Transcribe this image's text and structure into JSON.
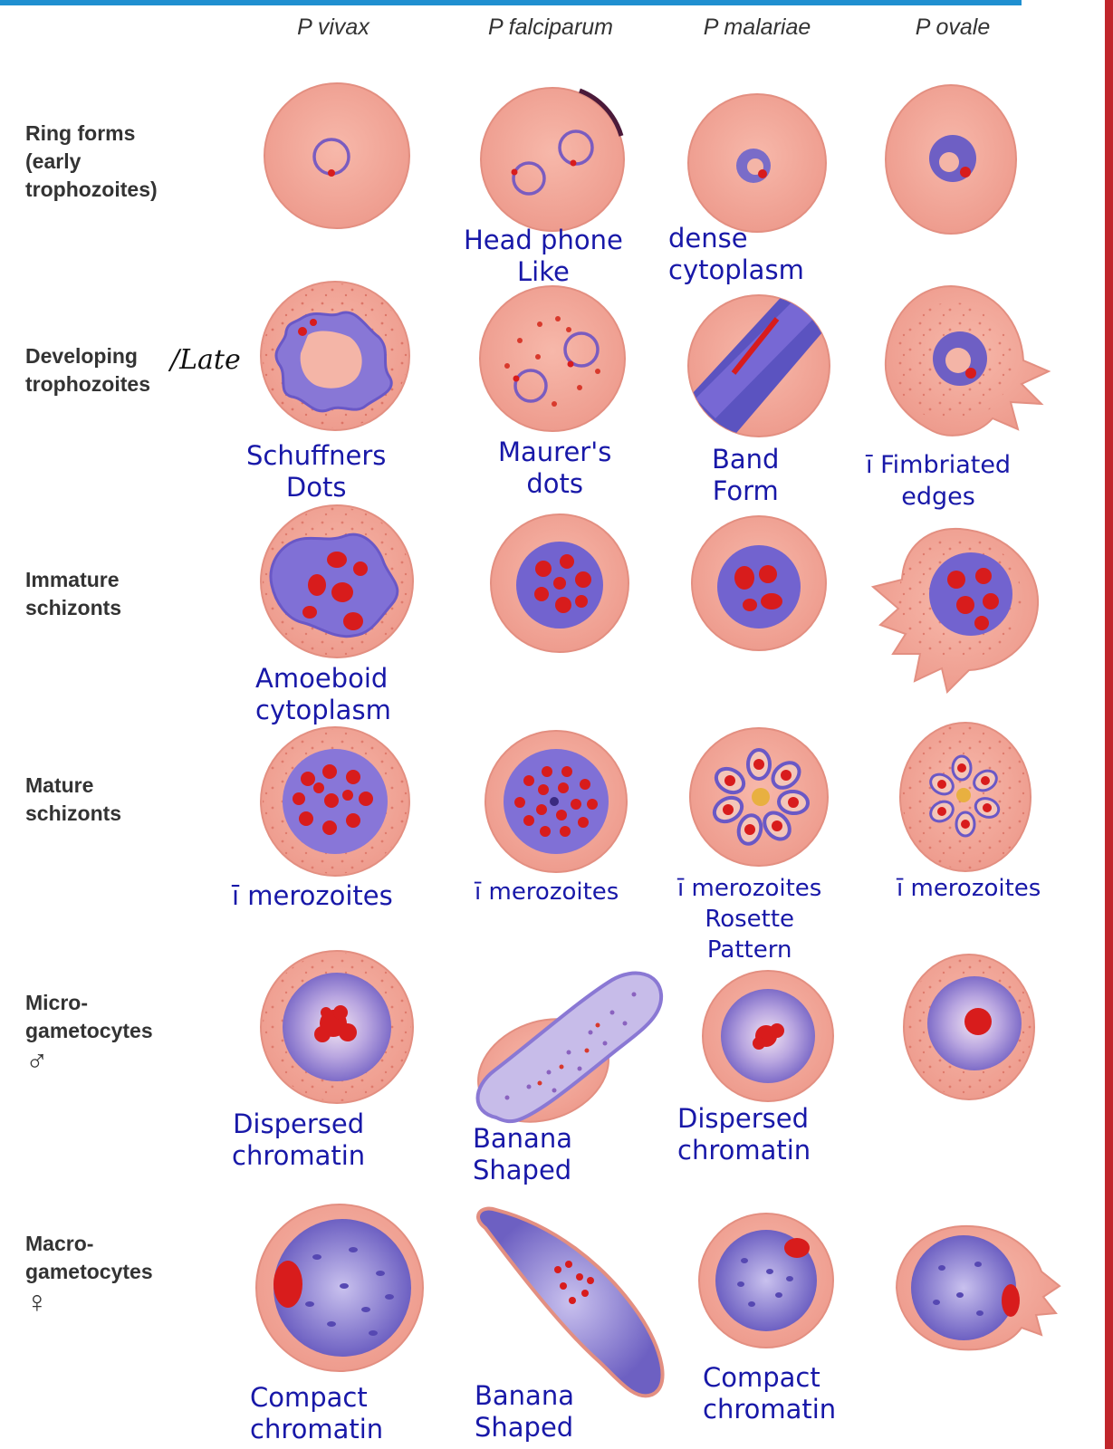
{
  "columns": [
    "P vivax",
    "P falciparum",
    "P malariae",
    "P ovale"
  ],
  "rows": [
    {
      "label": [
        "Ring forms",
        "(early",
        "trophozoites)"
      ]
    },
    {
      "label": [
        "Developing",
        "trophozoites"
      ],
      "handwritten_suffix": "/Late"
    },
    {
      "label": [
        "Immature",
        "schizonts"
      ]
    },
    {
      "label": [
        "Mature",
        "schizonts"
      ]
    },
    {
      "label": [
        "Micro-",
        "gametocytes"
      ],
      "symbol": "♂"
    },
    {
      "label": [
        "Macro-",
        "gametocytes"
      ],
      "symbol": "♀"
    }
  ],
  "notes": {
    "r1c2": [
      "Head phone",
      "Like"
    ],
    "r1c3": [
      "dense",
      "cytoplasm"
    ],
    "r2c1": [
      "Schuffners",
      "Dots"
    ],
    "r2c2": [
      "Maurer's",
      "dots"
    ],
    "r2c3": [
      "Band",
      "Form"
    ],
    "r2c4": [
      "ī Fimbriated",
      "edges"
    ],
    "r3c1": [
      "Amoeboid",
      "cytoplasm"
    ],
    "r4c1": "ī merozoites",
    "r4c2": "ī merozoites",
    "r4c3": [
      "ī merozoites",
      "Rosette",
      "Pattern"
    ],
    "r4c4": "ī merozoites",
    "r5c1": [
      "Dispersed",
      "chromatin"
    ],
    "r5c2": [
      "Banana",
      "Shaped"
    ],
    "r5c3": [
      "Dispersed",
      "chromatin"
    ],
    "r6c1": [
      "Compact",
      "chromatin"
    ],
    "r6c2": [
      "Banana",
      "Shaped"
    ],
    "r6c3": [
      "Compact",
      "chromatin"
    ]
  },
  "colors": {
    "cell_pink": "#f2a79a",
    "cell_edge": "#e8968a",
    "parasite_purple": "#7a6cc8",
    "chromatin_red": "#d81c1c",
    "ink_blue": "#1818a8",
    "top_bar": "#1f8fd0",
    "right_bar": "#c0262b"
  }
}
